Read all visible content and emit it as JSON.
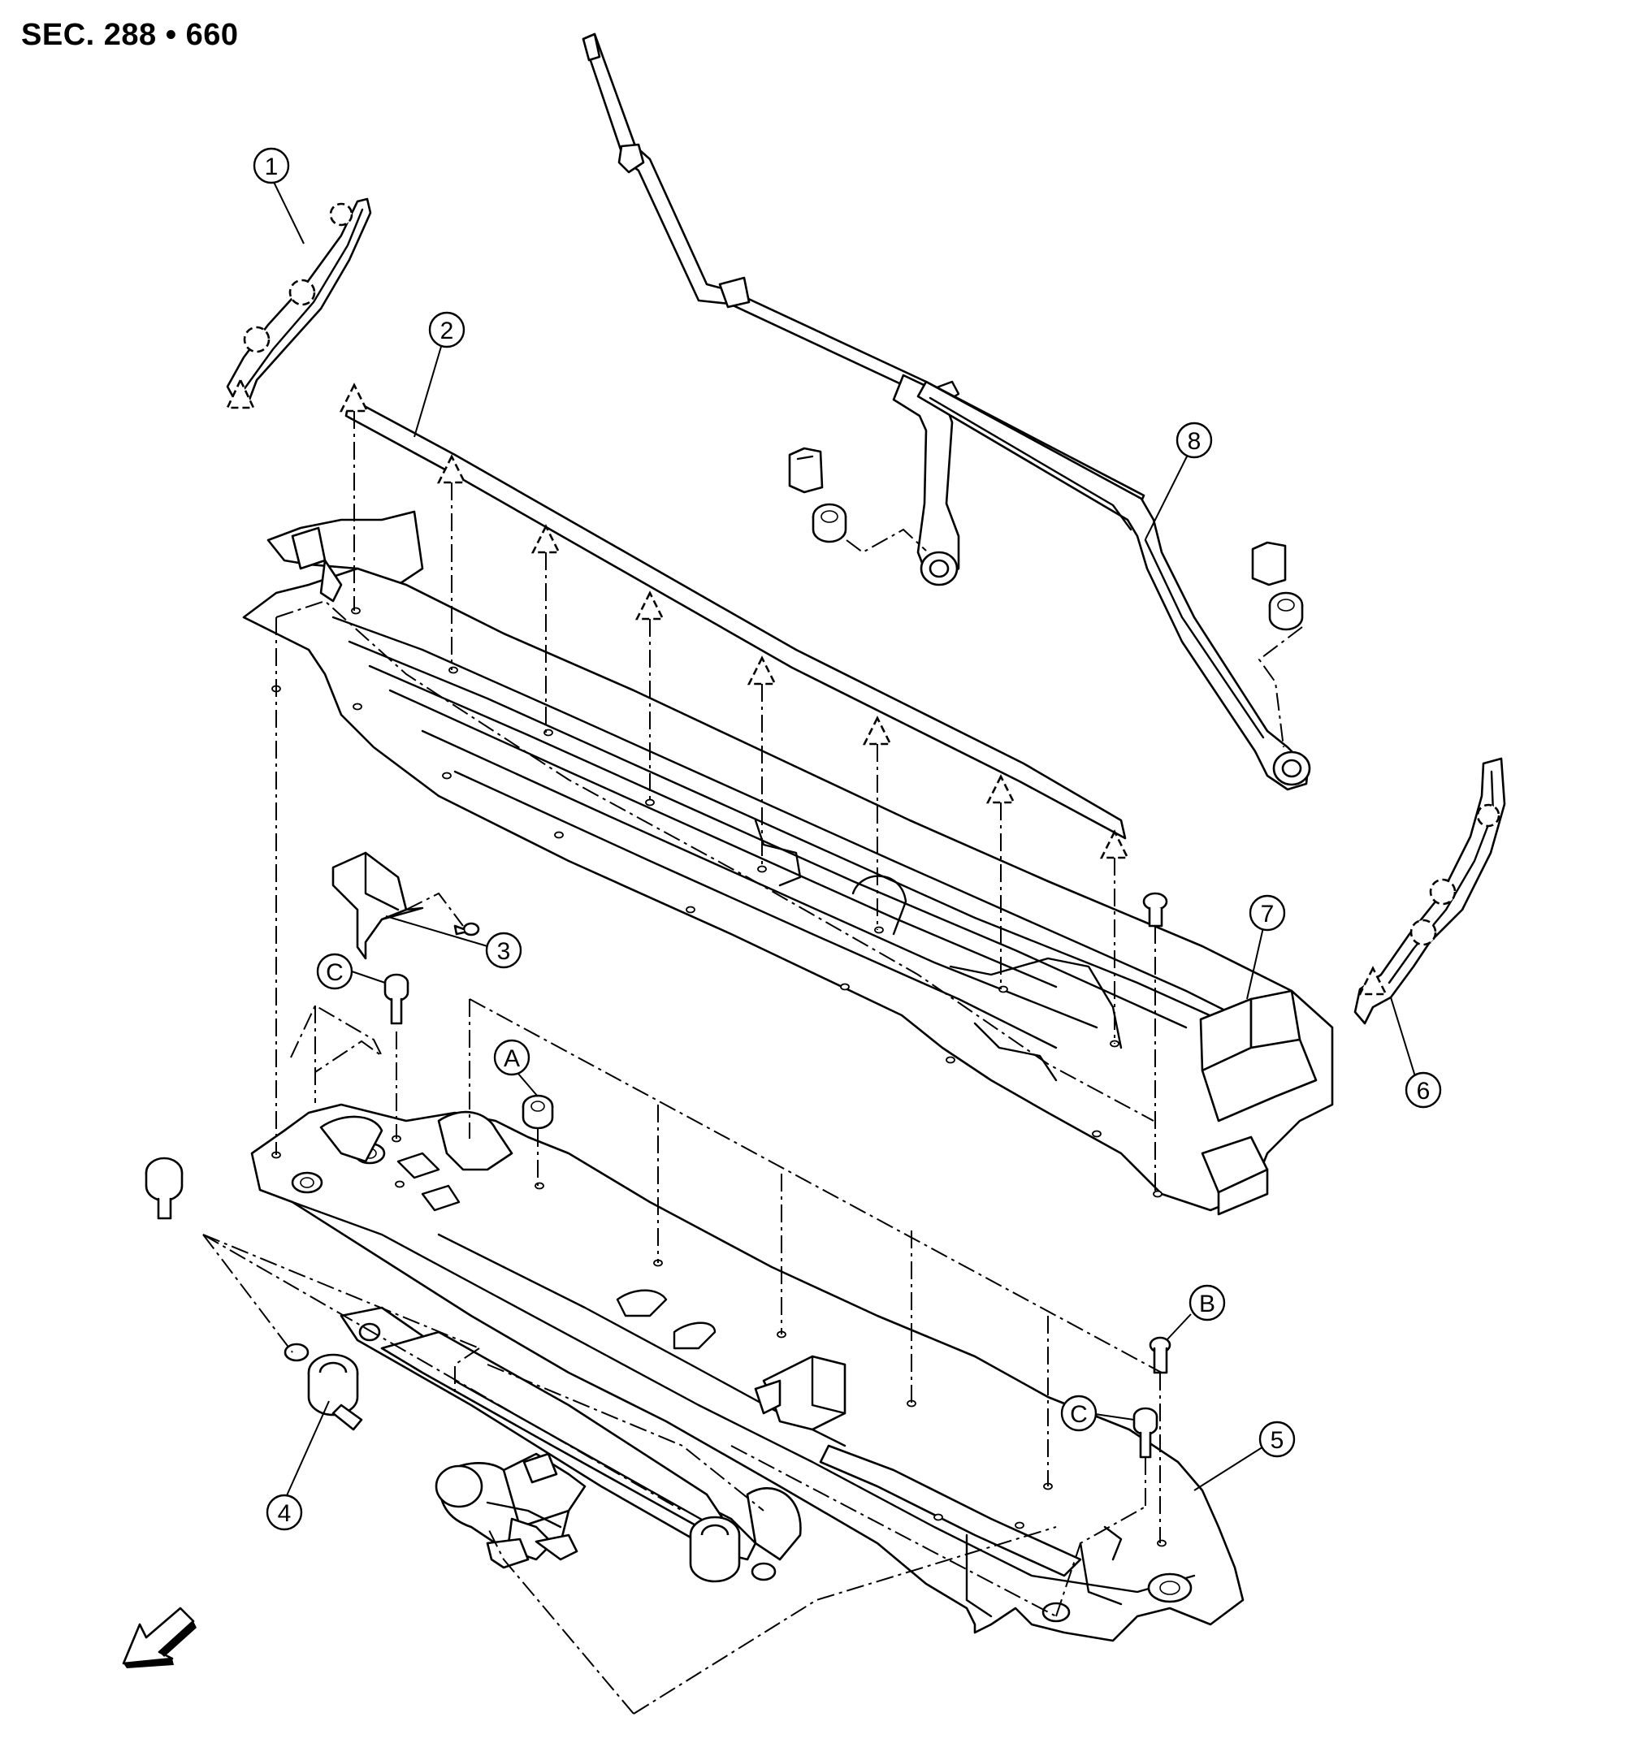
{
  "header": {
    "section_code": "SEC. 288 • 660"
  },
  "callouts": {
    "c1": "1",
    "c2": "2",
    "c3": "3",
    "c4": "4",
    "c5": "5",
    "c6": "6",
    "c7": "7",
    "c8": "8",
    "cA": "A",
    "cB": "B",
    "cC1": "C",
    "cC2": "C"
  },
  "icons": {
    "front_direction": "front-arrow-icon"
  }
}
